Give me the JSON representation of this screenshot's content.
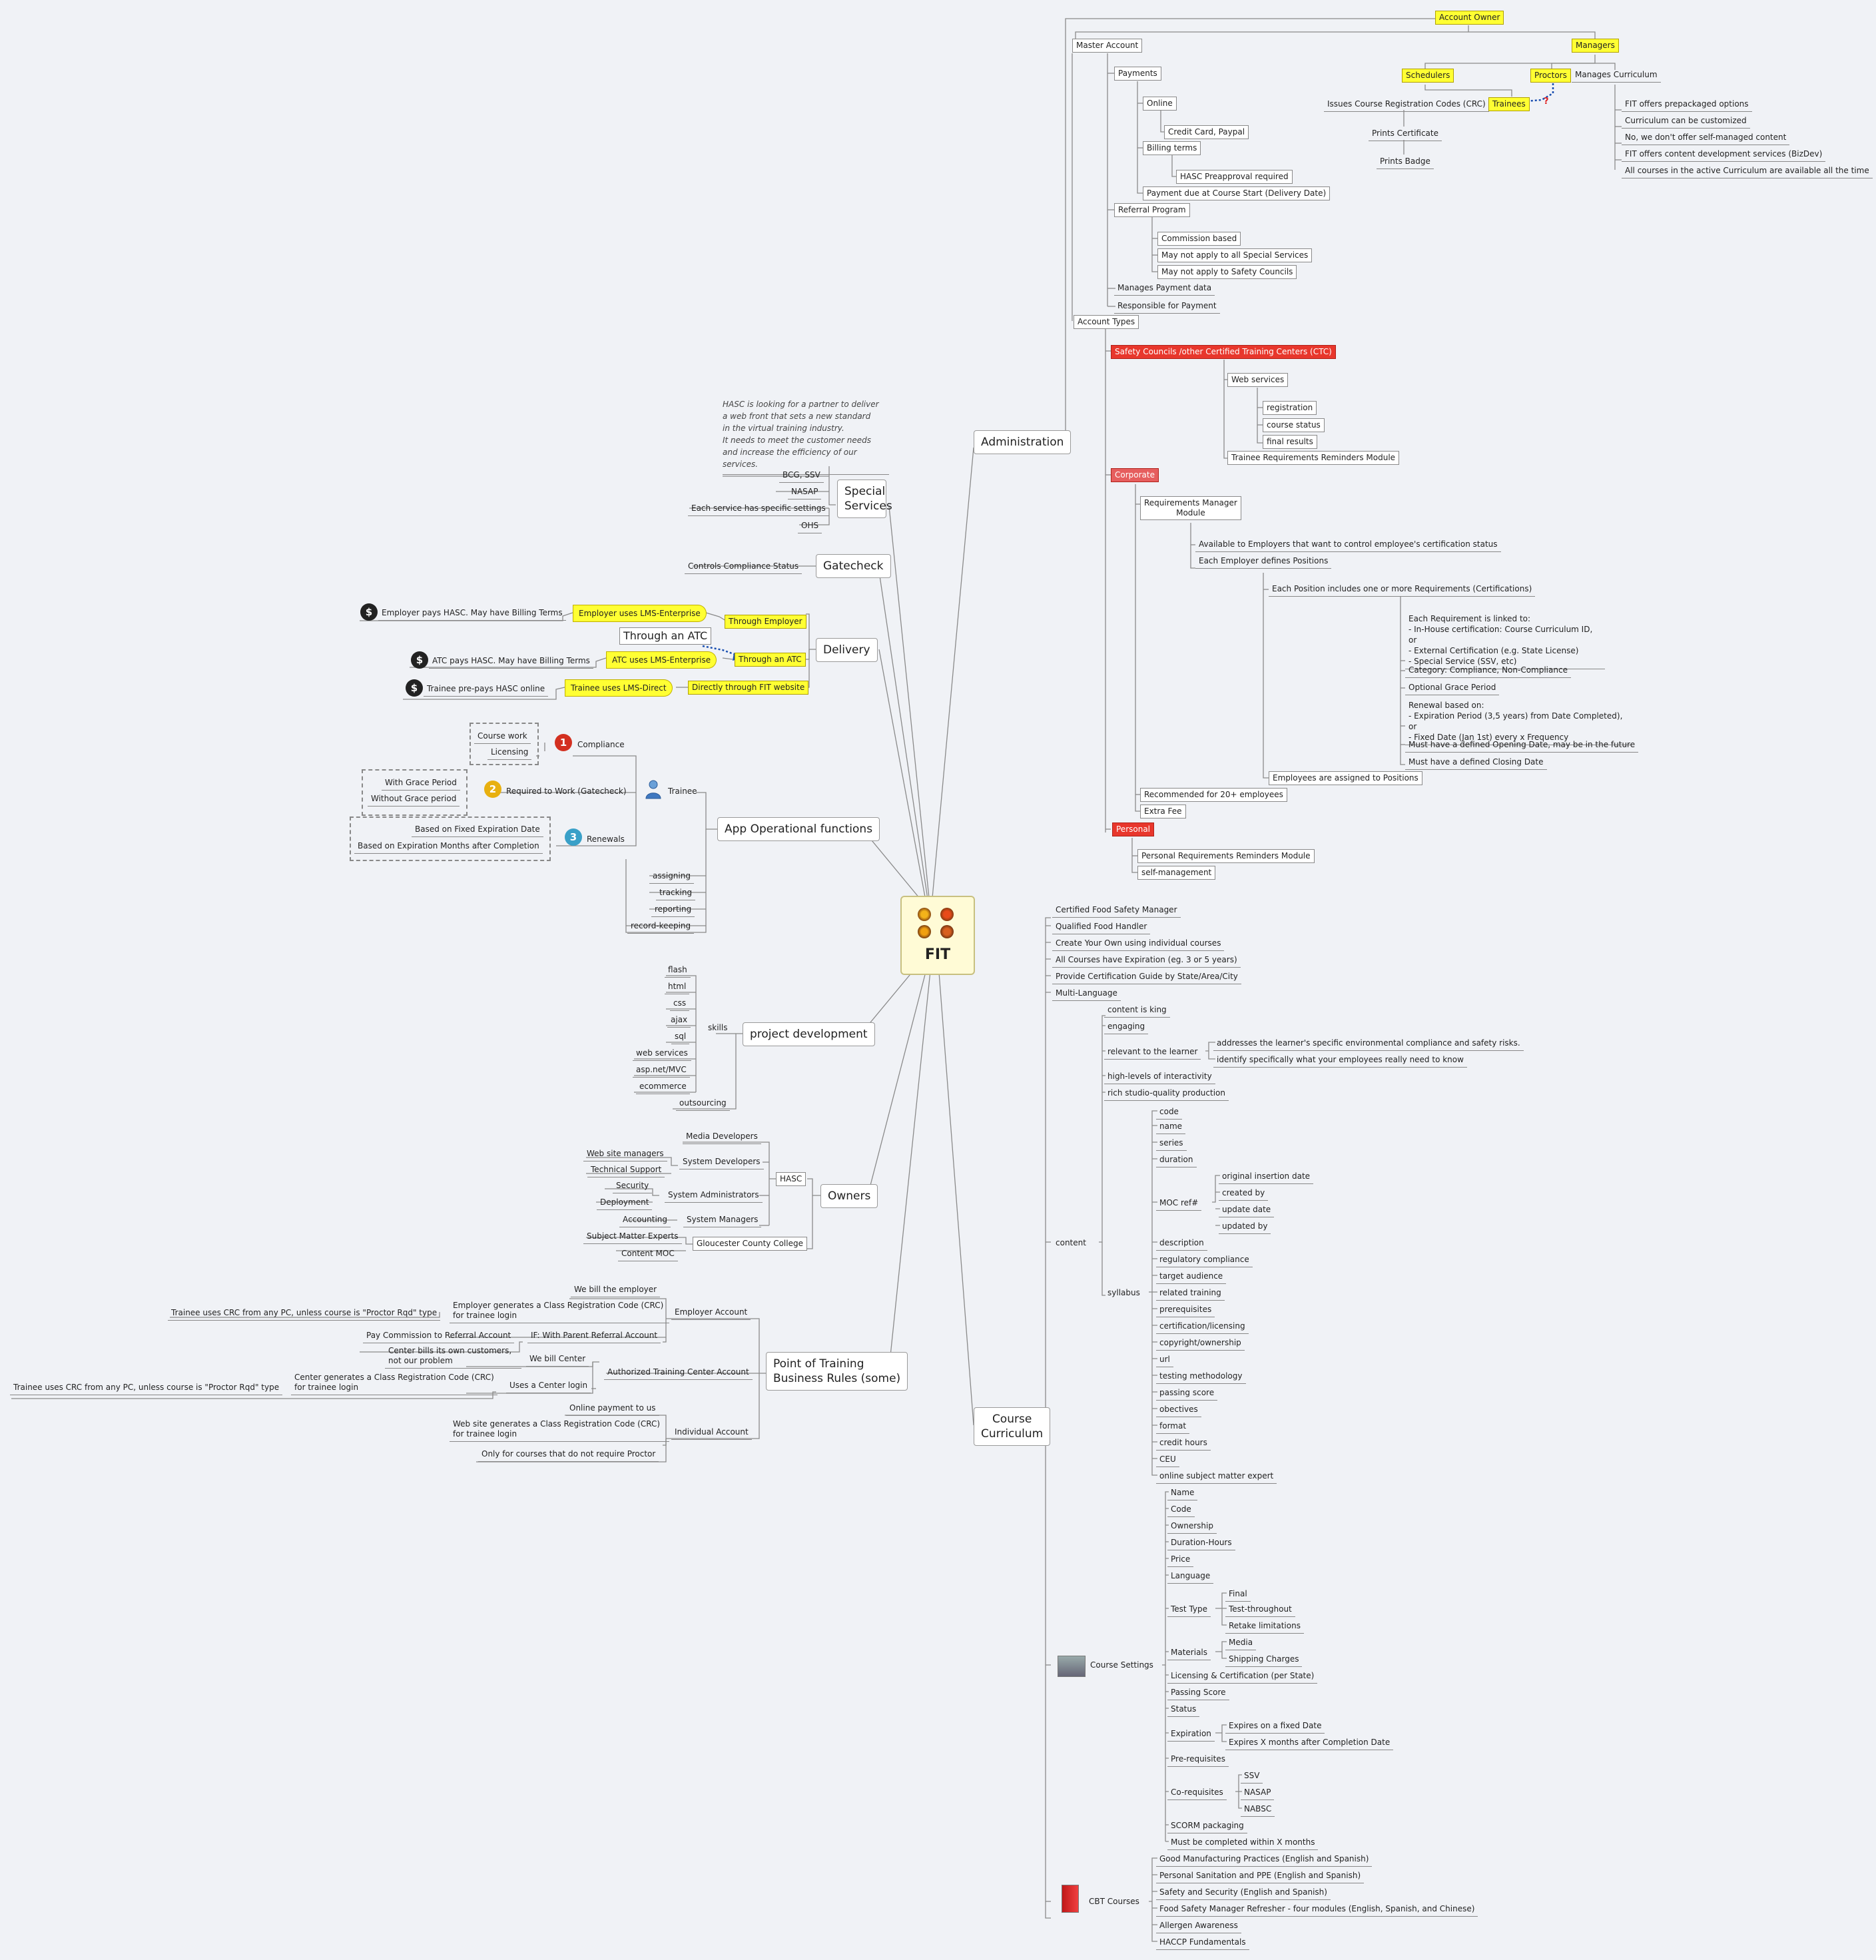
{
  "center": {
    "title": "FIT"
  },
  "intro_note": "HASC is looking for a partner to deliver\na web front that sets a new standard\nin the virtual training industry.\nIt needs to meet the customer needs\nand increase the efficiency of our services.",
  "branches": {
    "administration": "Administration",
    "special_services": "Special\nServices",
    "gatecheck": "Gatecheck",
    "delivery": "Delivery",
    "app_operational": "App Operational functions",
    "project_development": "project development",
    "owners": "Owners",
    "point_of_training": "Point of Training\nBusiness Rules (some)",
    "course_curriculum": "Course\nCurriculum"
  },
  "admin": {
    "account_owner": "Account Owner",
    "master_account": "Master Account",
    "payments": "Payments",
    "online": "Online",
    "credit_card": "Credit Card, Paypal",
    "billing_terms": "Billing terms",
    "hasc_preapproval": "HASC Preapproval required",
    "payment_due": "Payment due at Course Start (Delivery Date)",
    "referral_program": "Referral Program",
    "commission": "Commission based",
    "not_special": "May not apply to all Special Services",
    "not_safety": "May not apply to Safety Councils",
    "manages_payment": "Manages Payment data",
    "responsible_payment": "Responsible for Payment",
    "account_types": "Account Types",
    "managers": "Managers",
    "schedulers": "Schedulers",
    "proctors": "Proctors",
    "manages_curriculum": "Manages Curriculum",
    "issues_crc": "Issues Course Registration Codes (CRC)",
    "trainees": "Trainees",
    "question": "?",
    "prints_certificate": "Prints Certificate",
    "prints_badge": "Prints Badge",
    "curriculum_items": [
      "FIT offers prepackaged options",
      "Curriculum can be customized",
      "No, we don't offer self-managed content",
      "FIT offers content development services (BizDev)",
      "All courses in the active Curriculum are available all the time"
    ],
    "safety_councils": "Safety Councils /other Certified Training Centers (CTC)",
    "web_services": "Web services",
    "ws_items": [
      "registration",
      "course status",
      "final results"
    ],
    "trainee_reminders": "Trainee Requirements Reminders Module",
    "corporate": "Corporate",
    "req_manager": "Requirements Manager\nModule",
    "available_employers": "Available to Employers that want to control employee's certification status",
    "each_employer": "Each Employer defines Positions",
    "each_position": "Each Position includes one or more Requirements (Certifications)",
    "req_linked": "Each Requirement is linked to:\n- In-House certification: Course Curriculum ID, or\n- External Certification (e.g. State License)\n- Special Service (SSV, etc)",
    "category": "Category: Compliance, Non-Compliance",
    "optional_grace": "Optional Grace Period",
    "renewal": "Renewal based on:\n- Expiration Period (3,5 years) from Date Completed), or\n- Fixed Date (Jan 1st) every x Frequency",
    "opening_date": "Must have a defined Opening Date, may be in the future",
    "closing_date": "Must have a defined Closing Date",
    "employees_assigned": "Employees are assigned to Positions",
    "recommended": "Recommended for 20+ employees",
    "extra_fee": "Extra Fee",
    "personal": "Personal",
    "personal_reminders": "Personal Requirements Reminders Module",
    "self_management": "self-management"
  },
  "special": {
    "items": [
      "BCG, SSV",
      "NASAP",
      "Each service has specific settings",
      "OHS"
    ]
  },
  "gate": {
    "item": "Controls Compliance Status"
  },
  "delivery": {
    "through_employer": "Through Employer",
    "through_atc_title": "Through an ATC",
    "through_atc": "Through an ATC",
    "directly": "Directly through FIT website",
    "employer_uses": "Employer uses LMS-Enterprise",
    "atc_uses": "ATC uses LMS-Enterprise",
    "trainee_uses": "Trainee uses LMS-Direct",
    "employer_pays": "Employer pays HASC. May have Billing Terms",
    "atc_pays": "ATC pays HASC. May have Billing Terms",
    "trainee_prepays": "Trainee pre-pays HASC online",
    "dollar": "$"
  },
  "app": {
    "trainee": "Trainee",
    "compliance": "Compliance",
    "required_work": "Required to Work (Gatecheck)",
    "renewals": "Renewals",
    "n1": "1",
    "n2": "2",
    "n3": "3",
    "course_work": "Course work",
    "licensing": "Licensing",
    "with_grace": "With Grace Period",
    "without_grace": "Without Grace period",
    "fixed_exp": "Based on Fixed Expiration Date",
    "exp_months": "Based on Expiration Months after Completion",
    "functions": [
      "assigning",
      "tracking",
      "reporting",
      "record-keeping"
    ]
  },
  "project": {
    "skills": "skills",
    "skill_items": [
      "flash",
      "html",
      "css",
      "ajax",
      "sql",
      "web services",
      "asp.net/MVC",
      "ecommerce"
    ],
    "outsourcing": "outsourcing"
  },
  "owners": {
    "hasc": "HASC",
    "media_devs": "Media Developers",
    "system_devs": "System Developers",
    "web_managers": "Web site managers",
    "tech_support": "Technical Support",
    "system_admins": "System Administrators",
    "security": "Security",
    "deployment": "Deployment",
    "system_managers": "System Managers",
    "accounting": "Accounting",
    "gloucester": "Gloucester County College",
    "sme": "Subject Matter Experts",
    "content_moc": "Content MOC"
  },
  "pot": {
    "employer_account": "Employer Account",
    "we_bill_employer": "We bill the employer",
    "employer_generates": "Employer generates a Class Registration Code (CRC)\nfor trainee login",
    "trainee_uses_crc": "Trainee uses CRC from any PC, unless course is \"Proctor Rqd\" type",
    "if_parent": "IF: With Parent Referral Account",
    "pay_commission": "Pay Commission to Referral Account",
    "atc_account": "Authorized Training Center Account",
    "we_bill_center": "We bill Center",
    "center_bills": "Center bills its own customers,\nnot our problem",
    "uses_center_login": "Uses a Center login",
    "center_generates": "Center generates a Class Registration Code (CRC)\nfor trainee login",
    "trainee_uses_crc2": "Trainee uses CRC from any PC, unless course is \"Proctor Rqd\" type",
    "individual_account": "Individual Account",
    "online_payment": "Online payment to us",
    "web_generates": "Web site generates a Class Registration Code (CRC)\nfor trainee login",
    "only_courses": "Only for courses that do not require Proctor"
  },
  "curriculum": {
    "top_items": [
      "Certified Food Safety Manager",
      "Qualified Food Handler",
      "Create Your Own using individual courses",
      "All Courses have Expiration (eg. 3 or 5 years)",
      "Provide Certification Guide by State/Area/City",
      "Multi-Language"
    ],
    "content": "content",
    "content_items": [
      "content is king",
      "engaging"
    ],
    "relevant": "relevant to the learner",
    "relevant_items": [
      "addresses the learner's specific environmental compliance and safety risks.",
      "identify specifically what your employees really need to know"
    ],
    "high_levels": "high-levels of interactivity",
    "rich_studio": "rich studio-quality production",
    "syllabus": "syllabus",
    "syll_top": [
      "code",
      "name",
      "series",
      "duration"
    ],
    "moc_ref": "MOC ref#",
    "moc_items": [
      "original insertion date",
      "created by",
      "update date",
      "updated by"
    ],
    "syll_bottom": [
      "description",
      "regulatory compliance",
      "target audience",
      "related training",
      "prerequisites",
      "certification/licensing",
      "copyright/ownership",
      "url",
      "testing methodology",
      "passing score",
      "obectives",
      "format",
      "credit hours",
      "CEU",
      "online subject matter expert"
    ],
    "course_settings": "Course Settings",
    "cs_top": [
      "Name",
      "Code",
      "Ownership",
      "Duration-Hours",
      "Price",
      "Language"
    ],
    "test_type": "Test Type",
    "test_items": [
      "Final",
      "Test-throughout",
      "Retake limitations"
    ],
    "materials": "Materials",
    "material_items": [
      "Media",
      "Shipping Charges"
    ],
    "licensing_cert": "Licensing & Certification (per State)",
    "passing_score": "Passing Score",
    "status": "Status",
    "expiration": "Expiration",
    "exp_items": [
      "Expires on a fixed Date",
      "Expires X months after Completion Date"
    ],
    "pre_req": "Pre-requisites",
    "co_req": "Co-requisites",
    "co_items": [
      "SSV",
      "NASAP",
      "NABSC"
    ],
    "scorm": "SCORM packaging",
    "within_x": "Must be completed within X months",
    "cbt_courses": "CBT Courses",
    "cbt_items": [
      "Good Manufacturing Practices (English and Spanish)",
      "Personal Sanitation and PPE (English and Spanish)",
      "Safety and Security (English and Spanish)",
      "Food Safety Manager Refresher - four modules (English, Spanish, and Chinese)",
      "Allergen Awareness",
      "HACCP Fundamentals"
    ]
  }
}
